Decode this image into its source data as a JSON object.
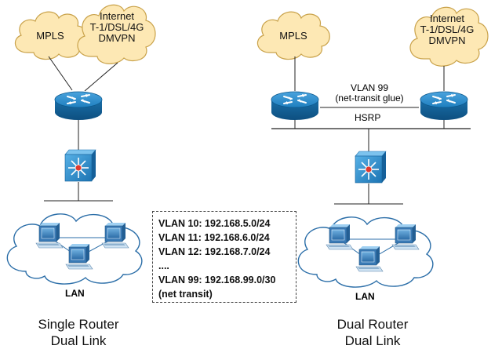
{
  "left": {
    "cloud_mpls": "MPLS",
    "cloud_internet": [
      "Internet",
      "T-1/DSL/4G",
      "DMVPN"
    ],
    "lan_label": "LAN",
    "caption": [
      "Single Router",
      "Dual Link"
    ]
  },
  "right": {
    "cloud_mpls": "MPLS",
    "cloud_internet": [
      "Internet",
      "T-1/DSL/4G",
      "DMVPN"
    ],
    "vlan_label": [
      "VLAN 99",
      "(net-transit glue)"
    ],
    "hsrp_label": "HSRP",
    "lan_label": "LAN",
    "caption": [
      "Dual Router",
      "Dual Link"
    ]
  },
  "vlan_list": [
    "VLAN 10: 192.168.5.0/24",
    "VLAN 11: 192.168.6.0/24",
    "VLAN 12: 192.168.7.0/24",
    "....",
    "VLAN 99: 192.168.99.0/30",
    "(net transit)"
  ],
  "colors": {
    "cloud_fill": "#fde8b4",
    "cloud_stroke": "#c9a24a",
    "router_fill": "#1f7fbf",
    "router_dark": "#0d5a8f",
    "switch_fill": "#2f8fcf",
    "lan_cloud_fill": "#ffffff",
    "pc_fill": "#3a7ab5"
  }
}
